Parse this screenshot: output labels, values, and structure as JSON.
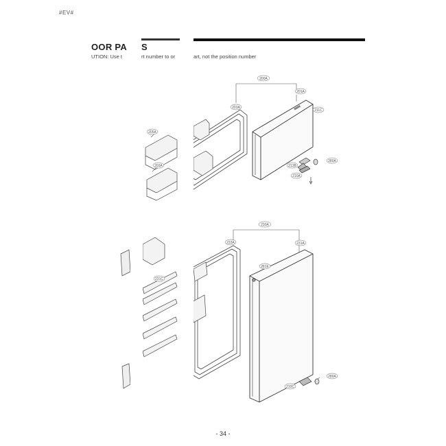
{
  "header": {
    "doc_code": "#EV#",
    "title_part1": "OOR PA",
    "title_part2": "S",
    "caution_part1": "UTION: Use t",
    "caution_part2": "rt number to or",
    "caution_part3": "art, not the position number"
  },
  "upper_door": {
    "callouts": {
      "assembly": "200A",
      "door": "201A",
      "gasket": "203A",
      "handle": "211C",
      "basket_top": "205A",
      "basket_bottom": "203A",
      "hinge_cap": "213B",
      "hinge": "210A",
      "hinge_pin": "280A"
    }
  },
  "lower_door": {
    "callouts": {
      "assembly": "230A",
      "gasket": "233A",
      "door": "231A",
      "stopper": "281E",
      "shelf": "231C",
      "hinge": "210C",
      "hinge_pin": "280A"
    }
  },
  "footer": {
    "page_number": "- 34 -"
  }
}
